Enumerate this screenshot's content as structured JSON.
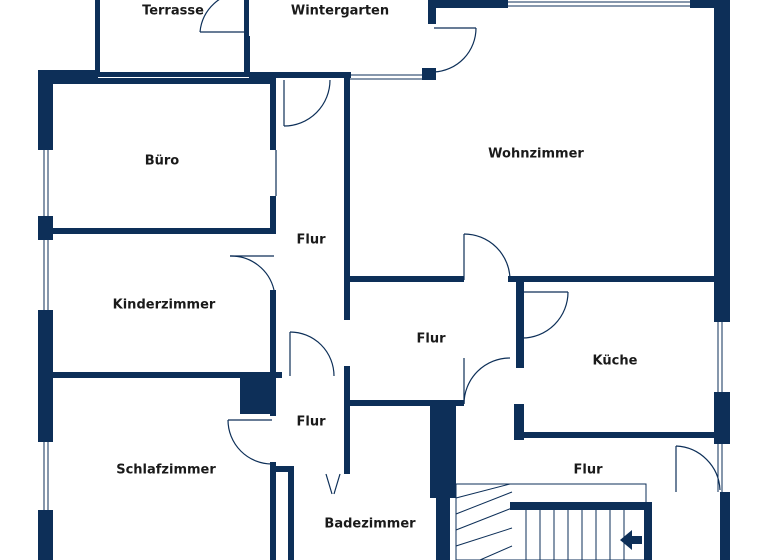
{
  "colors": {
    "wall": "#0d2f58",
    "door_line": "#0d2f58",
    "background": "#ffffff",
    "label_text": "#1a1a1a"
  },
  "rooms": {
    "terrasse": "Terrasse",
    "wintergarten": "Wintergarten",
    "wohnzimmer": "Wohnzimmer",
    "buero": "Büro",
    "flur_hall": "Flur",
    "kinderzimmer": "Kinderzimmer",
    "flur_center": "Flur",
    "kueche": "Küche",
    "flur_small": "Flur",
    "schlafzimmer": "Schlafzimmer",
    "flur_entry": "Flur",
    "badezimmer": "Badezimmer"
  },
  "icons": {
    "entrance_arrow": "arrow-left-icon",
    "stairs": "staircase-icon"
  }
}
